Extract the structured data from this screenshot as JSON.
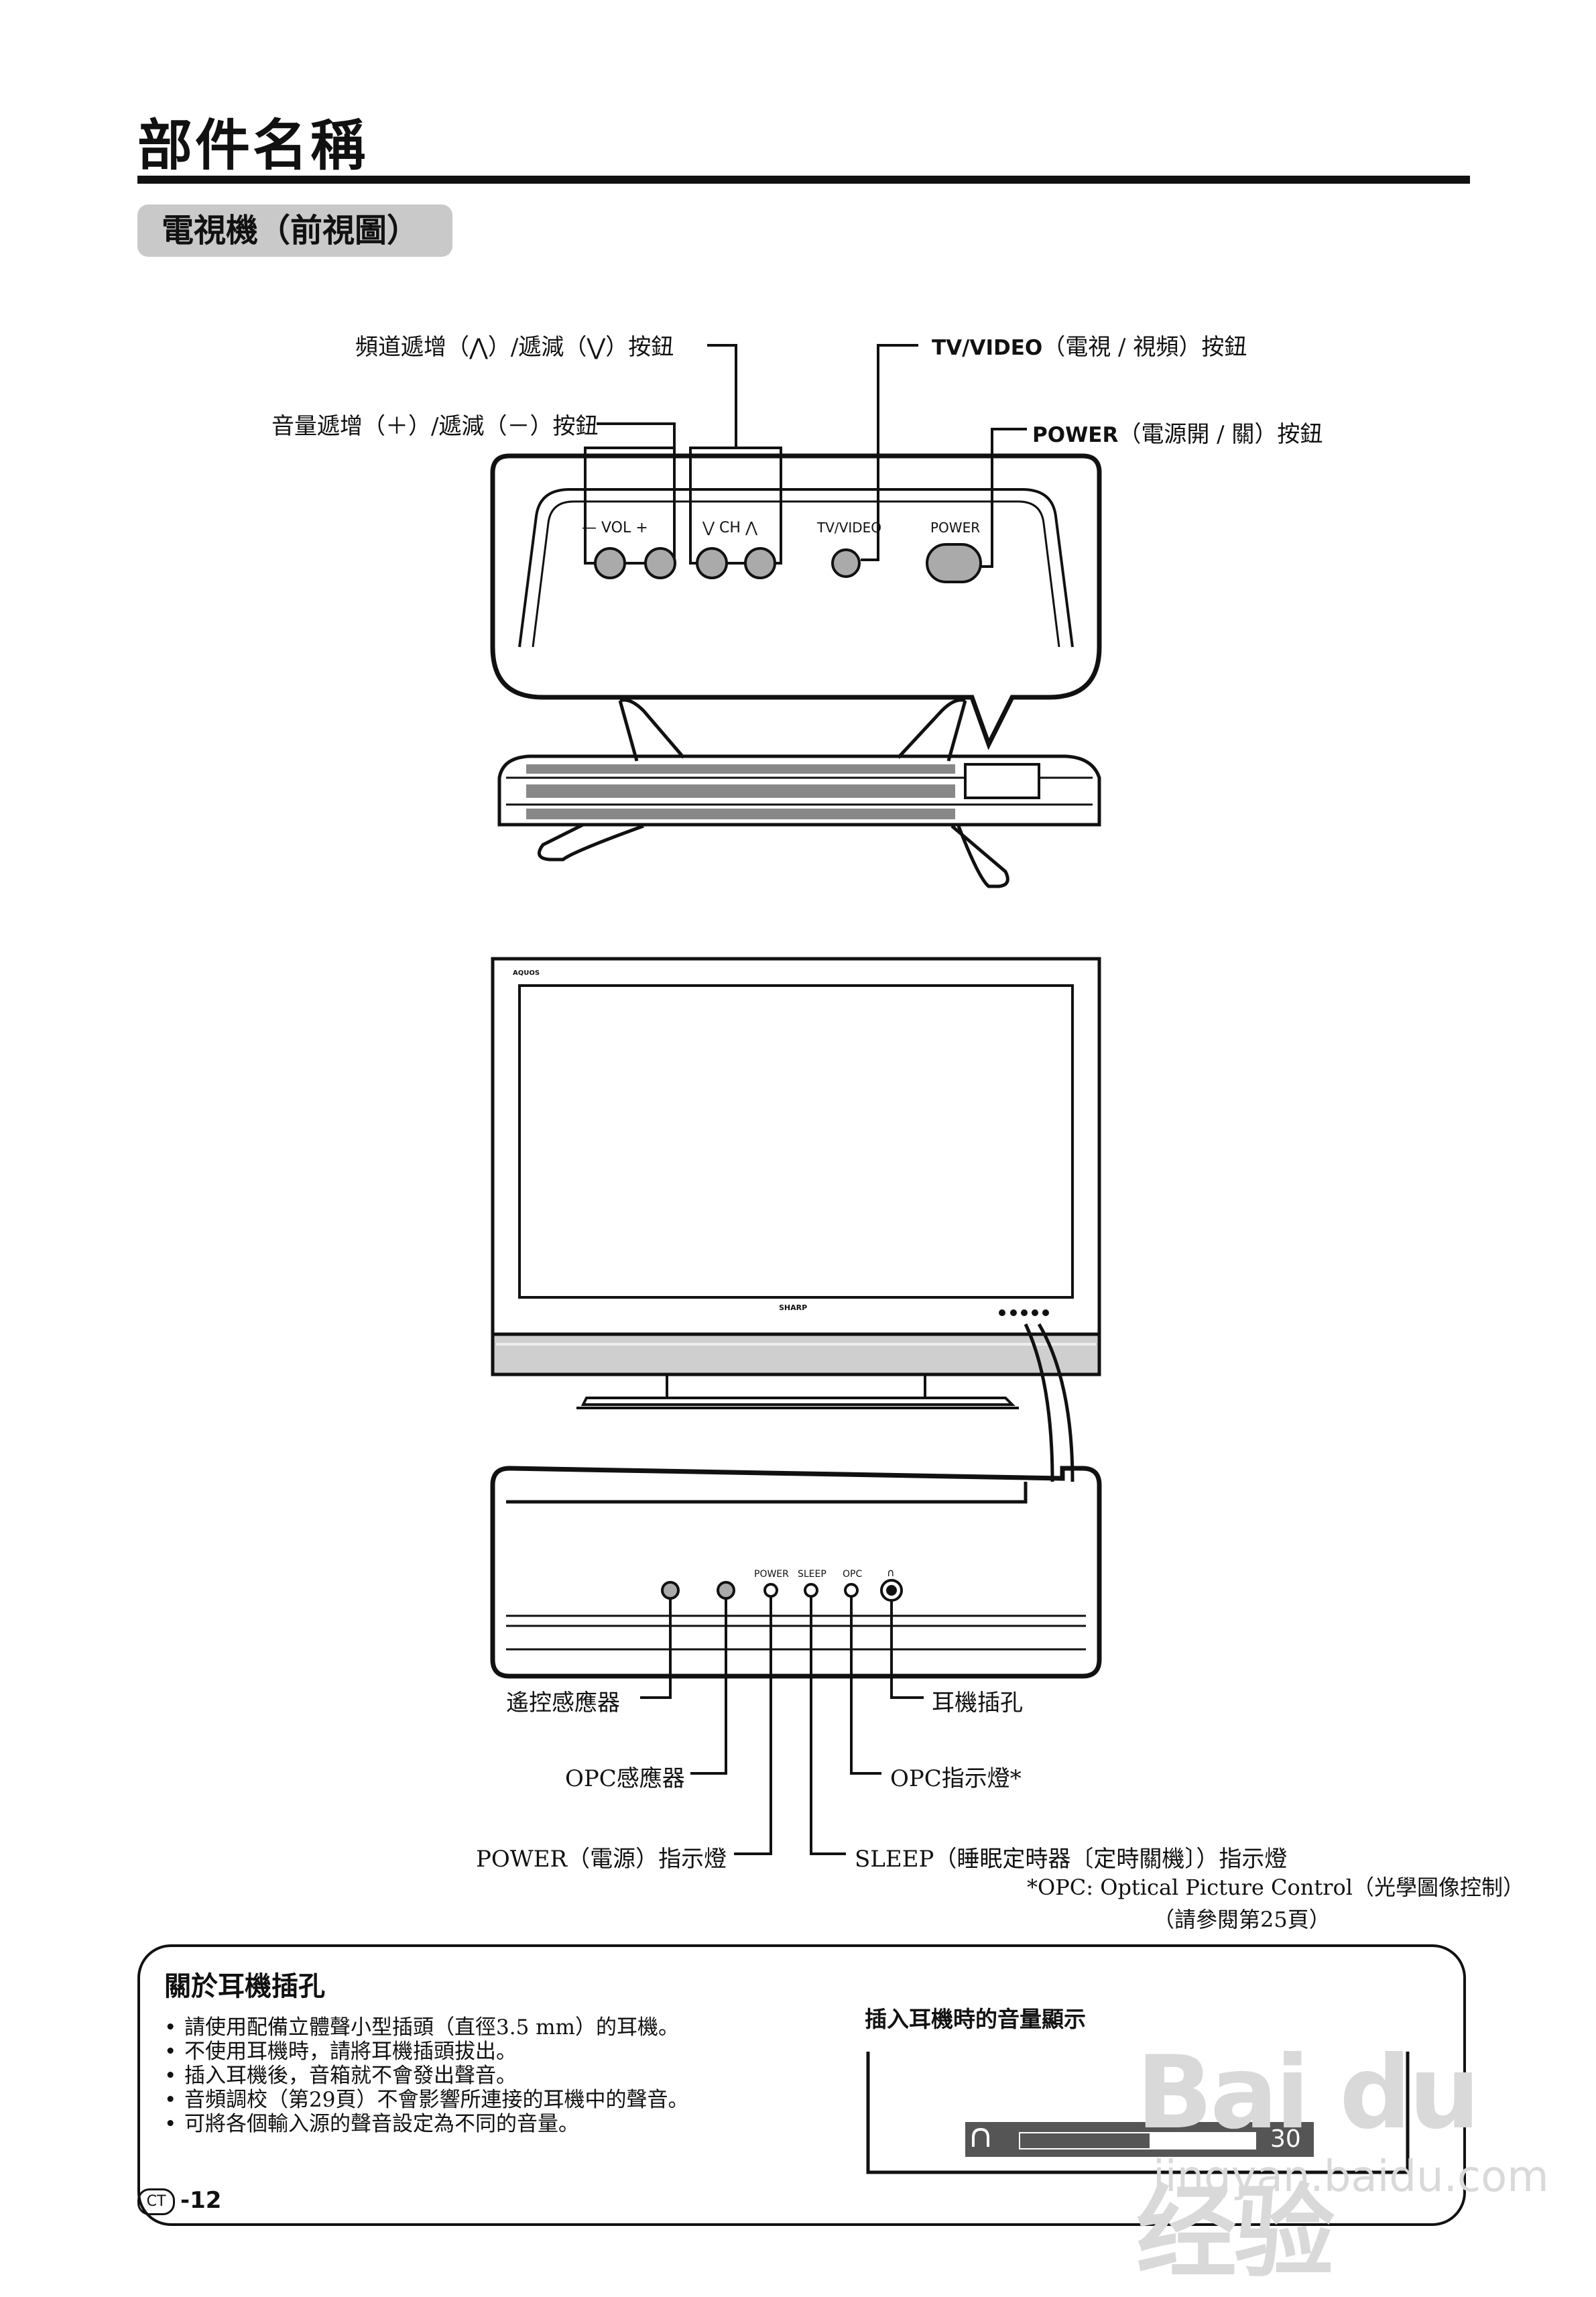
{
  "header": {
    "title": "部件名稱",
    "section": "電視機（前視圖）"
  },
  "top_labels": {
    "ch_button": "頻道遞增（⋀）/遞減（⋁）按鈕",
    "vol_button": "音量遞增（＋）/遞減（－）按鈕",
    "tv_video_prefix": "TV/VIDEO",
    "tv_video_suffix": "（電視 / 視頻）按鈕",
    "power_prefix": "POWER",
    "power_suffix": "（電源開 / 關）按鈕"
  },
  "panel_labels": {
    "vol": "— VOL +",
    "ch": "⋁ CH ⋀",
    "tv_video": "TV/VIDEO",
    "power": "POWER"
  },
  "tv_brand": {
    "aquos": "AQUOS",
    "sharp": "SHARP"
  },
  "front_panel_labels": {
    "power": "POWER",
    "sleep": "SLEEP",
    "opc": "OPC",
    "headphone": "∩"
  },
  "bottom_labels": {
    "remote_sensor": "遙控感應器",
    "opc_sensor": "OPC感應器",
    "power_indicator": "POWER（電源）指示燈",
    "headphone_jack": "耳機插孔",
    "opc_indicator": "OPC指示燈*",
    "sleep_indicator": "SLEEP（睡眠定時器〔定時關機〕）指示燈"
  },
  "footnote": {
    "line1": "*OPC: Optical Picture Control（光學圖像控制）",
    "line2": "（請參閱第25頁）"
  },
  "note": {
    "title": "關於耳機插孔",
    "bullets": [
      "請使用配備立體聲小型插頭（直徑3.5 mm）的耳機。",
      "不使用耳機時，請將耳機插頭拔出。",
      "插入耳機後，音箱就不會發出聲音。",
      "音頻調校（第29頁）不會影響所連接的耳機中的聲音。",
      "可將各個輸入源的聲音設定為不同的音量。"
    ],
    "volume_display_title": "插入耳機時的音量顯示",
    "volume_value": "30",
    "volume_level": 0.55
  },
  "page_number": {
    "badge": "CT",
    "number": "-12"
  },
  "watermark": {
    "main": "Bai du 经验",
    "url": "jingyan.baidu.com"
  }
}
